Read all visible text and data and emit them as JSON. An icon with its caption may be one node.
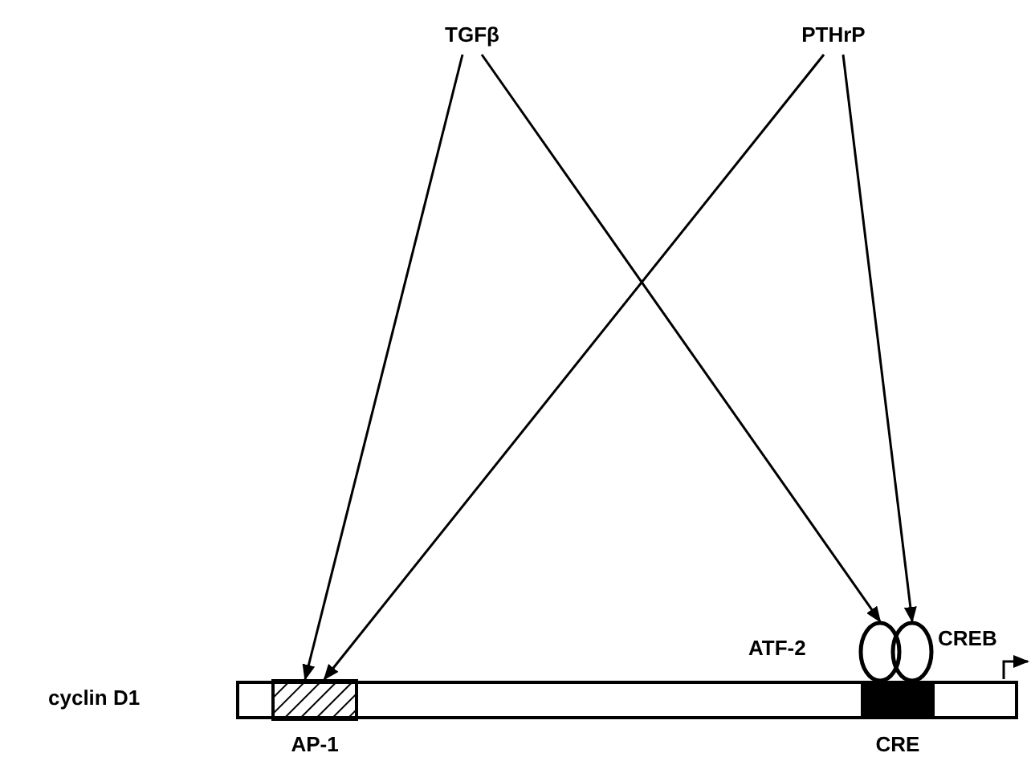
{
  "diagram": {
    "nodes": [
      {
        "text": [
          "TGFβ"
        ]
      },
      {
        "text": [
          "PTHrP"
        ]
      },
      {
        "text": [
          "cyclin D1"
        ]
      },
      {
        "text": [
          "AP-1"
        ],
        "in": 2
      },
      {
        "text": [
          "CRE"
        ],
        "in": 2
      },
      {
        "text": [
          "ATF-2"
        ]
      },
      {
        "text": [
          "CREB"
        ]
      }
    ],
    "edges": [
      {
        "from": 0,
        "to": 3,
        "arrow": "to"
      },
      {
        "from": 0,
        "to": 5,
        "arrow": "to"
      },
      {
        "from": 1,
        "to": 3,
        "arrow": "to"
      },
      {
        "from": 1,
        "to": 6,
        "arrow": "to"
      }
    ]
  }
}
